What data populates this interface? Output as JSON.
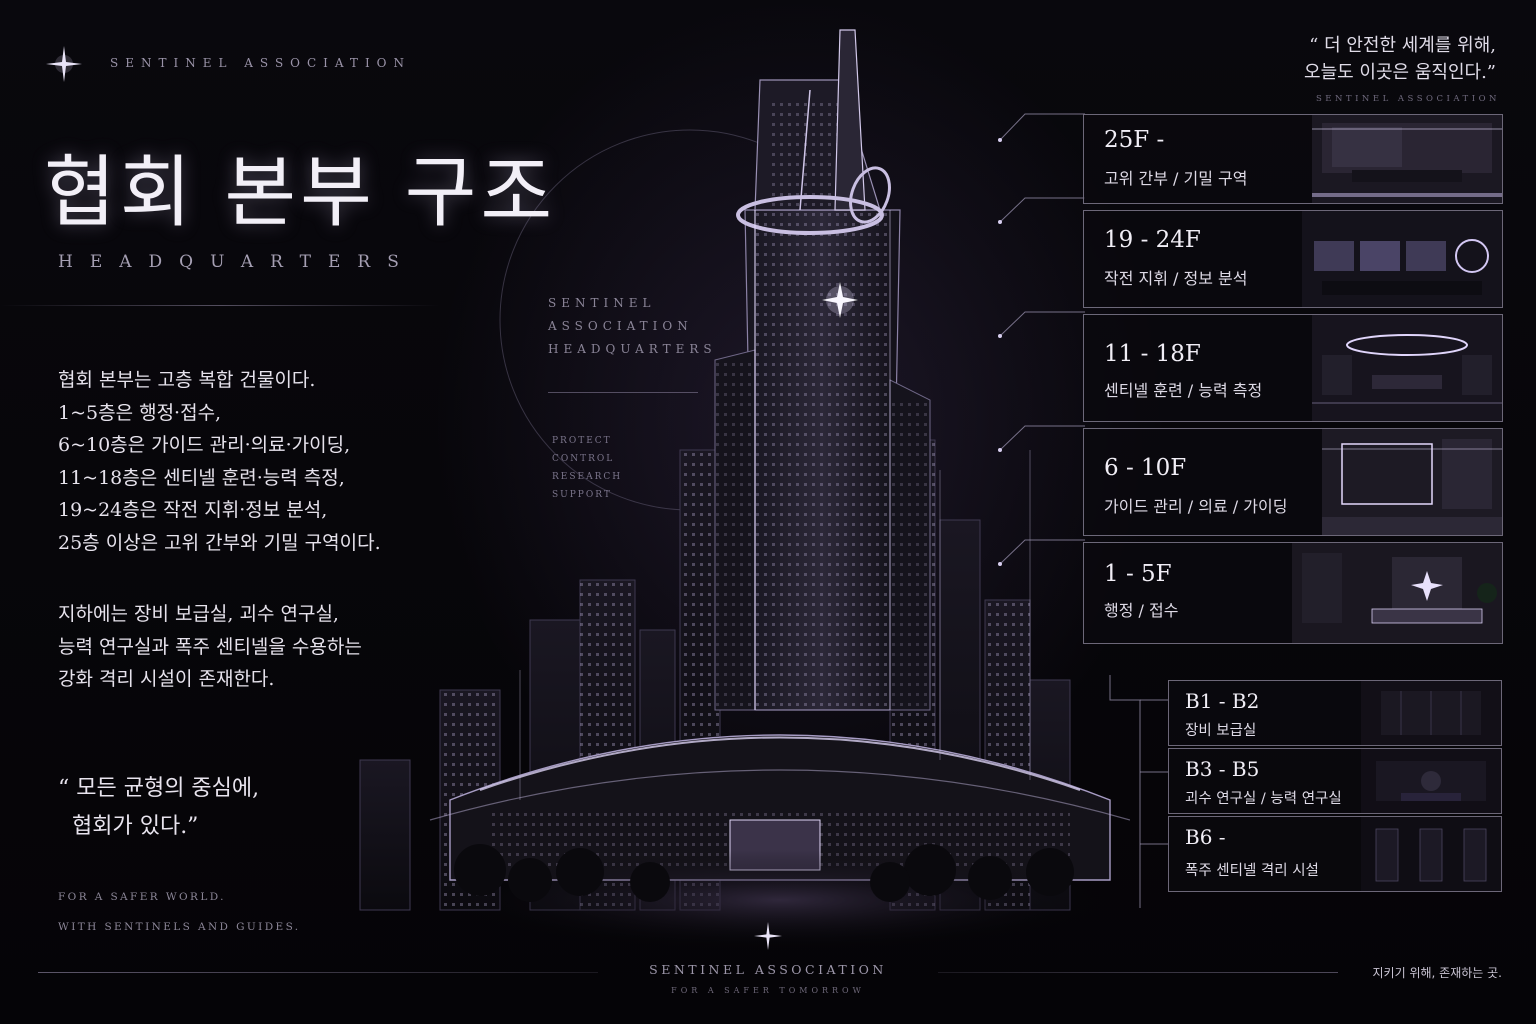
{
  "brand": {
    "name": "SENTINEL ASSOCIATION"
  },
  "header": {
    "title": "협회 본부 구조",
    "subtitle": "HEADQUARTERS"
  },
  "description": {
    "paragraph1": [
      "협회 본부는 고층 복합 건물이다.",
      "1~5층은 행정·접수,",
      "6~10층은 가이드 관리·의료·가이딩,",
      "11~18층은 센티넬 훈련·능력 측정,",
      "19~24층은 작전 지휘·정보 분석,",
      "25층 이상은 고위 간부와 기밀 구역이다."
    ],
    "paragraph2": [
      "지하에는 장비 보급실, 괴수 연구실,",
      "능력 연구실과 폭주 센티넬을 수용하는",
      "강화 격리 시설이 존재한다."
    ]
  },
  "quote_left": {
    "line1": "“ 모든 균형의 중심에,",
    "line2": "협회가 있다.”"
  },
  "slogan_left": {
    "line1": "FOR A SAFER WORLD.",
    "line2": "WITH SENTINELS AND GUIDES."
  },
  "center_overlay": {
    "lines": [
      "SENTINEL",
      "ASSOCIATION",
      "HEADQUARTERS"
    ],
    "keywords": [
      "PROTECT",
      "CONTROL",
      "RESEARCH",
      "SUPPORT"
    ]
  },
  "quote_right": {
    "line1": "“ 더 안전한 세계를 위해,",
    "line2": "오늘도 이곳은 움직인다.”",
    "source": "SENTINEL ASSOCIATION"
  },
  "floors_above": [
    {
      "floor": "25F -",
      "desc": "고위 간부 / 기밀 구역"
    },
    {
      "floor": "19 - 24F",
      "desc": "작전 지휘 / 정보 분석"
    },
    {
      "floor": "11 - 18F",
      "desc": "센티넬 훈련 / 능력 측정"
    },
    {
      "floor": "6 - 10F",
      "desc": "가이드 관리 / 의료 / 가이딩"
    },
    {
      "floor": "1 - 5F",
      "desc": "행정 / 접수"
    }
  ],
  "floors_below": [
    {
      "floor": "B1 - B2",
      "desc": "장비 보급실"
    },
    {
      "floor": "B3 - B5",
      "desc": "괴수 연구실 / 능력 연구실"
    },
    {
      "floor": "B6 -",
      "desc": "폭주 센티넬 격리 시설"
    }
  ],
  "footer": {
    "name": "SENTINEL ASSOCIATION",
    "tagline": "FOR A SAFER TOMORROW",
    "motto": "지키기 위해, 존재하는 곳."
  },
  "colors": {
    "background": "#07060a",
    "accent_glow": "#d8cdf0",
    "text": "#e8e4ee"
  }
}
